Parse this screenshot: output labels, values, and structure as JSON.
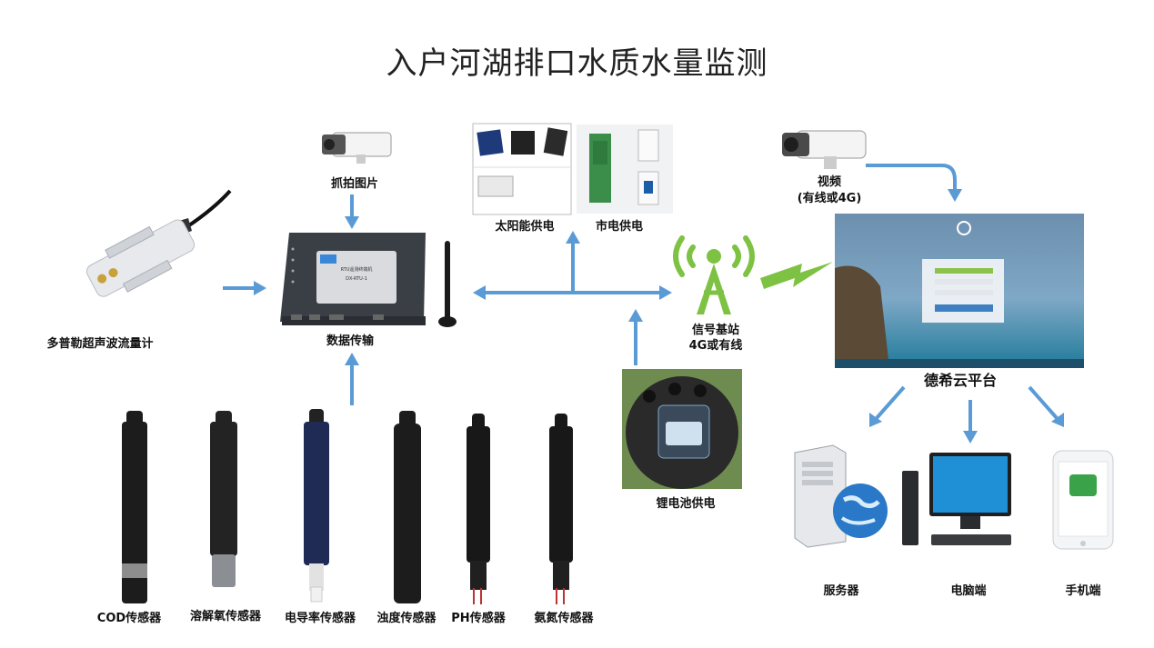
{
  "title": "入户河湖排口水质水量监测",
  "labels": {
    "doppler": "多普勒超声波流量计",
    "capture": "抓拍图片",
    "rtu": "数据传输",
    "solar": "太阳能供电",
    "mains": "市电供电",
    "video_line1": "视频",
    "video_line2": "(有线或4G)",
    "station_line1": "信号基站",
    "station_line2": "4G或有线",
    "battery": "锂电池供电",
    "cloud": "德希云平台",
    "server": "服务器",
    "pc": "电脑端",
    "mobile": "手机端"
  },
  "sensors": [
    "COD传感器",
    "溶解氧传感器",
    "电导率传感器",
    "浊度传感器",
    "PH传感器",
    "氨氮传感器"
  ],
  "device_text": {
    "rtu_name": "RTU遥测终端机",
    "rtu_model": "DX-RTU-1"
  },
  "colors": {
    "arrow": "#5b9bd5",
    "signal_green": "#7dc242",
    "device_dark": "#3a3f45",
    "sensor_black": "#1c1c1c"
  },
  "icons": [
    "camera-icon",
    "cloud-logo-icon",
    "globe-icon",
    "signal-tower-icon",
    "lightning-icon"
  ]
}
